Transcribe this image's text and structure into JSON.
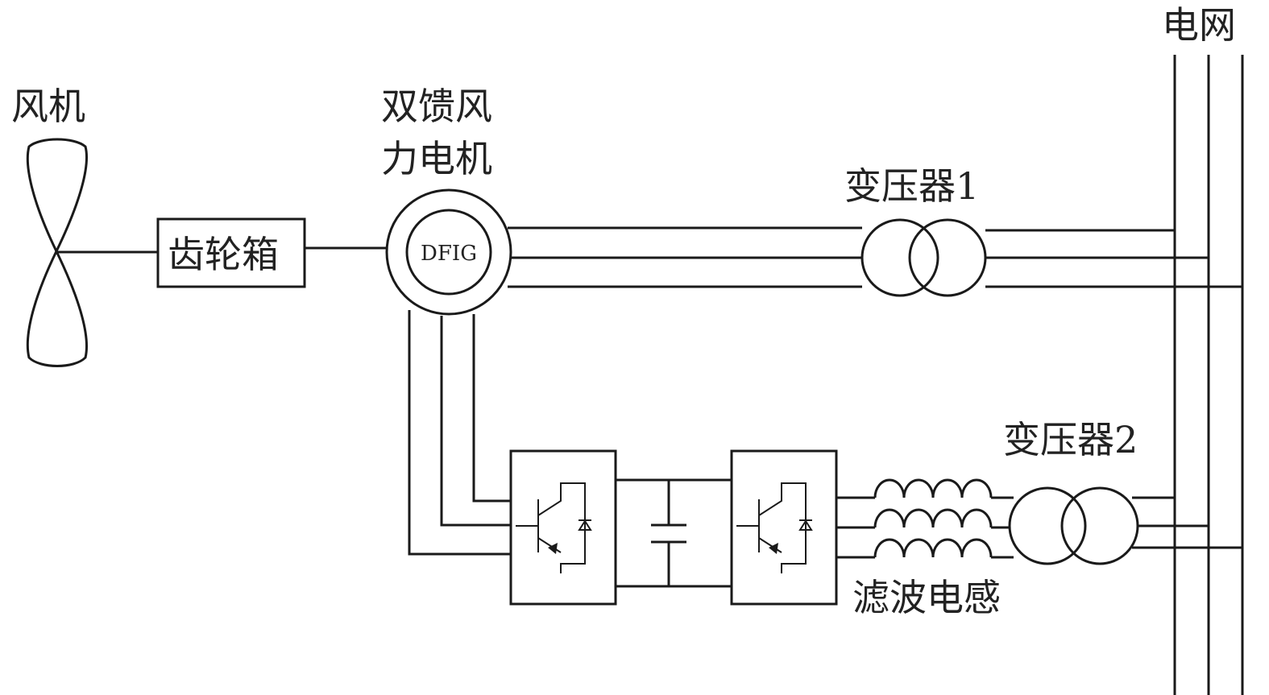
{
  "labels": {
    "grid": "电网",
    "wind_turbine": "风机",
    "dfig_line1": "双馈风",
    "dfig_line2": "力电机",
    "gearbox": "齿轮箱",
    "dfig": "DFIG",
    "transformer1": "变压器1",
    "transformer2": "变压器2",
    "filter_inductor": "滤波电感"
  }
}
